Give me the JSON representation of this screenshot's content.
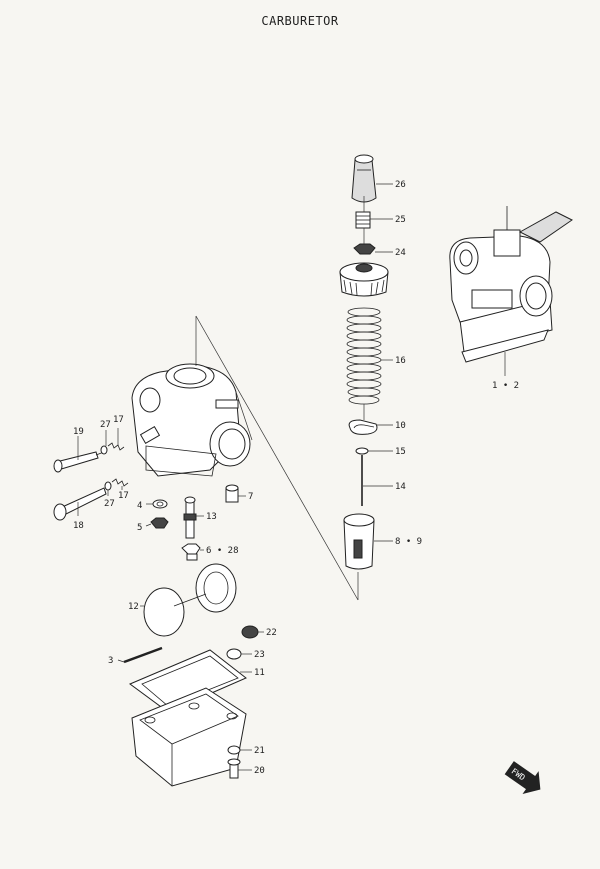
{
  "title": "CARBURETOR",
  "callouts": {
    "c26": "26",
    "c25": "25",
    "c24": "24",
    "c16": "16",
    "c10": "10",
    "c15": "15",
    "c14": "14",
    "c89": "8 • 9",
    "c12": "1 • 2",
    "c19": "19",
    "c27a": "27",
    "c17a": "17",
    "c17b": "17",
    "c27b": "27",
    "c18": "18",
    "c4": "4",
    "c5": "5",
    "c7": "7",
    "c13": "13",
    "c628": "6 • 28",
    "c12f": "12",
    "c3": "3",
    "c22": "22",
    "c23": "23",
    "c11": "11",
    "c21": "21",
    "c20": "20"
  },
  "badge": {
    "label": "FWD",
    "icon": "forward-arrow-icon"
  }
}
